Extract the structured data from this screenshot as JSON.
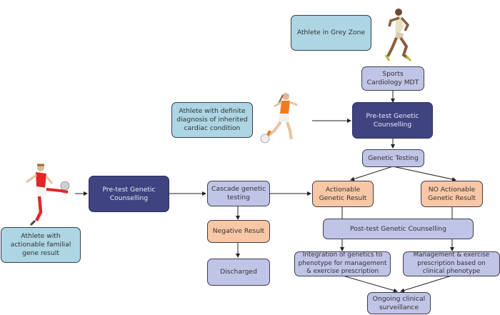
{
  "boxes": {
    "grey_zone": "Athlete in Grey Zone",
    "mdt": "Sports\nCardiology MDT",
    "definite": "Athlete with definite\ndiagnosis of inherited\ncardiac condition",
    "pretest_top": "Pre-test Genetic\nCounselling",
    "genetic_testing": "Genetic Testing",
    "familial": "Athlete with\nactionable familial\ngene result",
    "pretest_left": "Pre-test Genetic\nCounselling",
    "cascade": "Cascade genetic\ntesting",
    "actionable": "Actionable\nGenetic Result",
    "no_actionable": "NO Actionable\nGenetic Result",
    "negative": "Negative Result",
    "posttest": "Post-test Genetic Counselling",
    "discharged": "Discharged",
    "integration": "Integration of genetics to\nphenotype for management\n& exercise prescription",
    "management": "Management & exercise\nprescription based on\nclinical phenotype",
    "surveillance": "Ongoing clinical\nsurveillance"
  },
  "figures": {
    "sprinter": "sprinter-athlete",
    "female_footballer": "female-footballer-athlete",
    "male_footballer": "male-footballer-athlete"
  }
}
